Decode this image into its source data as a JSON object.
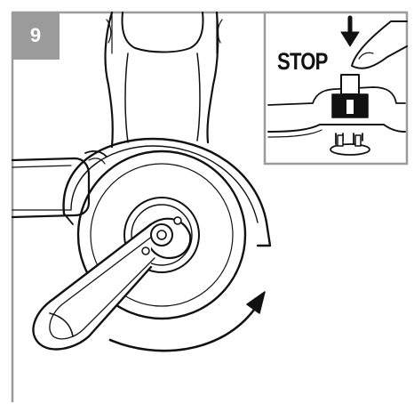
{
  "step": {
    "number": "9",
    "badge_color": "#9b9b9b"
  },
  "inset": {
    "label": "STOP",
    "icon": "finger-pressing-spindle-lock-icon"
  },
  "illustration": {
    "subject": "angle-grinder-with-pin-spanner",
    "rotation_arrow_icon": "curved-arrow-clockwise-icon"
  },
  "colors": {
    "line": "#111111",
    "frame": "#9b9b9b",
    "background": "#ffffff"
  }
}
